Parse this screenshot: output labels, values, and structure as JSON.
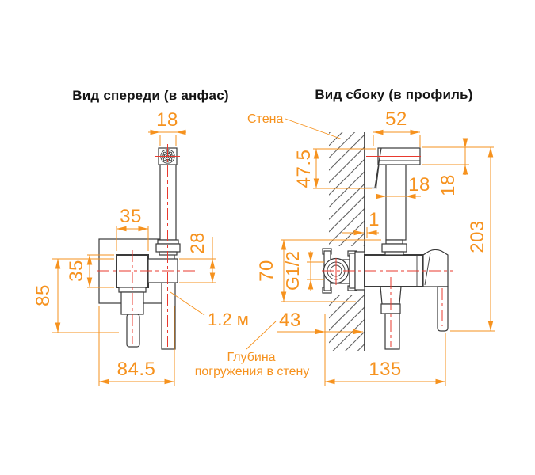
{
  "front": {
    "title": "Вид спереди (в анфас)",
    "dims": {
      "head_width": "18",
      "body_width": "35",
      "body_height": "35",
      "arm_height": "28",
      "assembly_height": "85",
      "plate_width": "84.5"
    },
    "hose_length_label": "1.2 м"
  },
  "side": {
    "title": "Вид сбоку (в профиль)",
    "wall_label": "Стена",
    "depth_note_line1": "Глубина",
    "depth_note_line2": "погружения в стену",
    "dims": {
      "holder_width": "52",
      "holder_offset": "47.5",
      "pipe_width": "18",
      "head_height": "18",
      "total_height": "203",
      "valve_center_height": "70",
      "thread_size": "G1/2",
      "wall_gap": "1",
      "wall_depth": "43",
      "total_depth": "135"
    }
  },
  "colors": {
    "dimension_orange": "#F6921E",
    "centerline_red": "#E8392E",
    "drawing_gray": "#3A3A3A",
    "title_black": "#141414",
    "background": "#FFFFFF"
  }
}
